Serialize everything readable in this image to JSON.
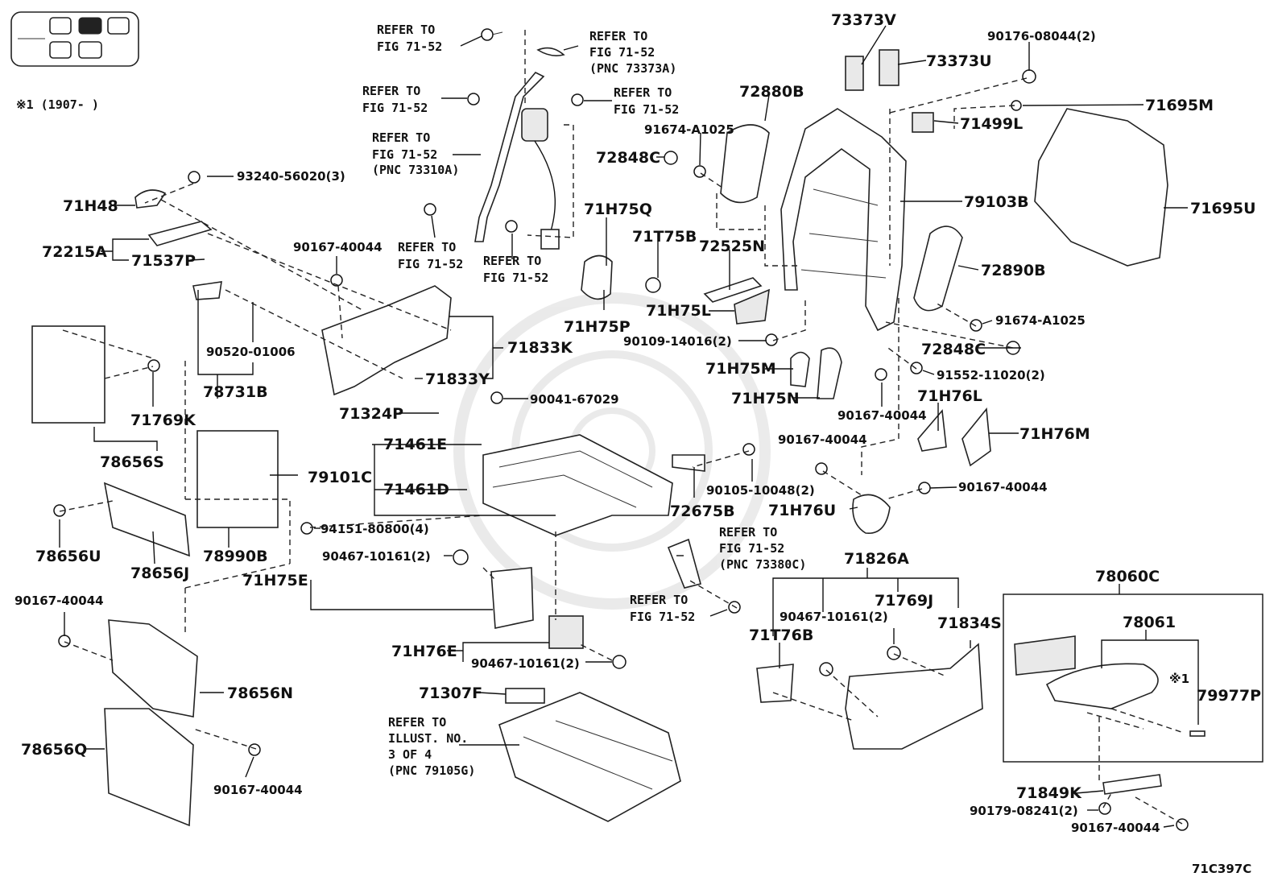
{
  "labels": {
    "73373V": "73373V",
    "73373U": "73373U",
    "90176_08044": "90176-08044(2)",
    "71695M": "71695M",
    "71695U": "71695U",
    "71499L": "71499L",
    "72880B": "72880B",
    "91674_A1025_top": "91674-A1025",
    "72848C_top": "72848C",
    "79103B": "79103B",
    "72890B": "72890B",
    "91674_A1025_bot": "91674-A1025",
    "72848C_bot": "72848C",
    "91552_11020": "91552-11020(2)",
    "71H76L": "71H76L",
    "71H76M": "71H76M",
    "90167_40044_r1": "90167-40044",
    "90167_40044_r2": "90167-40044",
    "90167_40044_r3": "90167-40044",
    "71H76U": "71H76U",
    "71H75Q": "71H75Q",
    "71T75B": "71T75B",
    "72525N": "72525N",
    "71H75L": "71H75L",
    "71H75P": "71H75P",
    "90109_14016": "90109-14016(2)",
    "71H75M": "71H75M",
    "71H75N": "71H75N",
    "71H48": "71H48",
    "93240_56020": "93240-56020(3)",
    "72215A": "72215A",
    "71537P": "71537P",
    "90167_40044_m": "90167-40044",
    "71833K": "71833K",
    "71833Y": "71833Y",
    "90520_01006": "90520-01006",
    "78731B": "78731B",
    "71324P": "71324P",
    "90041_67029": "90041-67029",
    "71769K": "71769K",
    "78656S": "78656S",
    "71461E": "71461E",
    "71461D": "71461D",
    "79101C": "79101C",
    "94151_80800": "94151-80800(4)",
    "78990B": "78990B",
    "78656U": "78656U",
    "78656J": "78656J",
    "90105_10048": "90105-10048(2)",
    "72675B": "72675B",
    "71826A": "71826A",
    "90467_10161_a": "90467-10161(2)",
    "90467_10161_b": "90467-10161(2)",
    "90467_10161_c": "90467-10161(2)",
    "71H75E": "71H75E",
    "71769J": "71769J",
    "71834S": "71834S",
    "71T76B": "71T76B",
    "71H76E": "71H76E",
    "71307F": "71307F",
    "90167_40044_l1": "90167-40044",
    "90167_40044_l2": "90167-40044",
    "78656N": "78656N",
    "78656Q": "78656Q",
    "78060C": "78060C",
    "78061": "78061",
    "79977P": "79977P",
    "note_x1": "※1",
    "71849K": "71849K",
    "90179_08241": "90179-08241(2)",
    "90167_40044_b": "90167-40044",
    "figure_code": "71C397C",
    "legend_note": "※1 (1907-     )"
  },
  "refs": {
    "r1": [
      "REFER TO",
      "FIG 71-52"
    ],
    "r2": [
      "REFER TO",
      "FIG 71-52",
      "(PNC 73373A)"
    ],
    "r3": [
      "REFER TO",
      "FIG 71-52"
    ],
    "r4": [
      "REFER TO",
      "FIG 71-52"
    ],
    "r5": [
      "REFER TO",
      "FIG 71-52",
      "(PNC 73310A)"
    ],
    "r6": [
      "REFER TO",
      "FIG 71-52"
    ],
    "r7": [
      "REFER TO",
      "FIG 71-52"
    ],
    "r8": [
      "REFER TO",
      "FIG 71-52",
      "(PNC 73380C)"
    ],
    "r9": [
      "REFER TO",
      "FIG 71-52"
    ],
    "r10": [
      "REFER TO",
      "ILLUST. NO.",
      "3 OF 4",
      "(PNC 79105G)"
    ]
  }
}
